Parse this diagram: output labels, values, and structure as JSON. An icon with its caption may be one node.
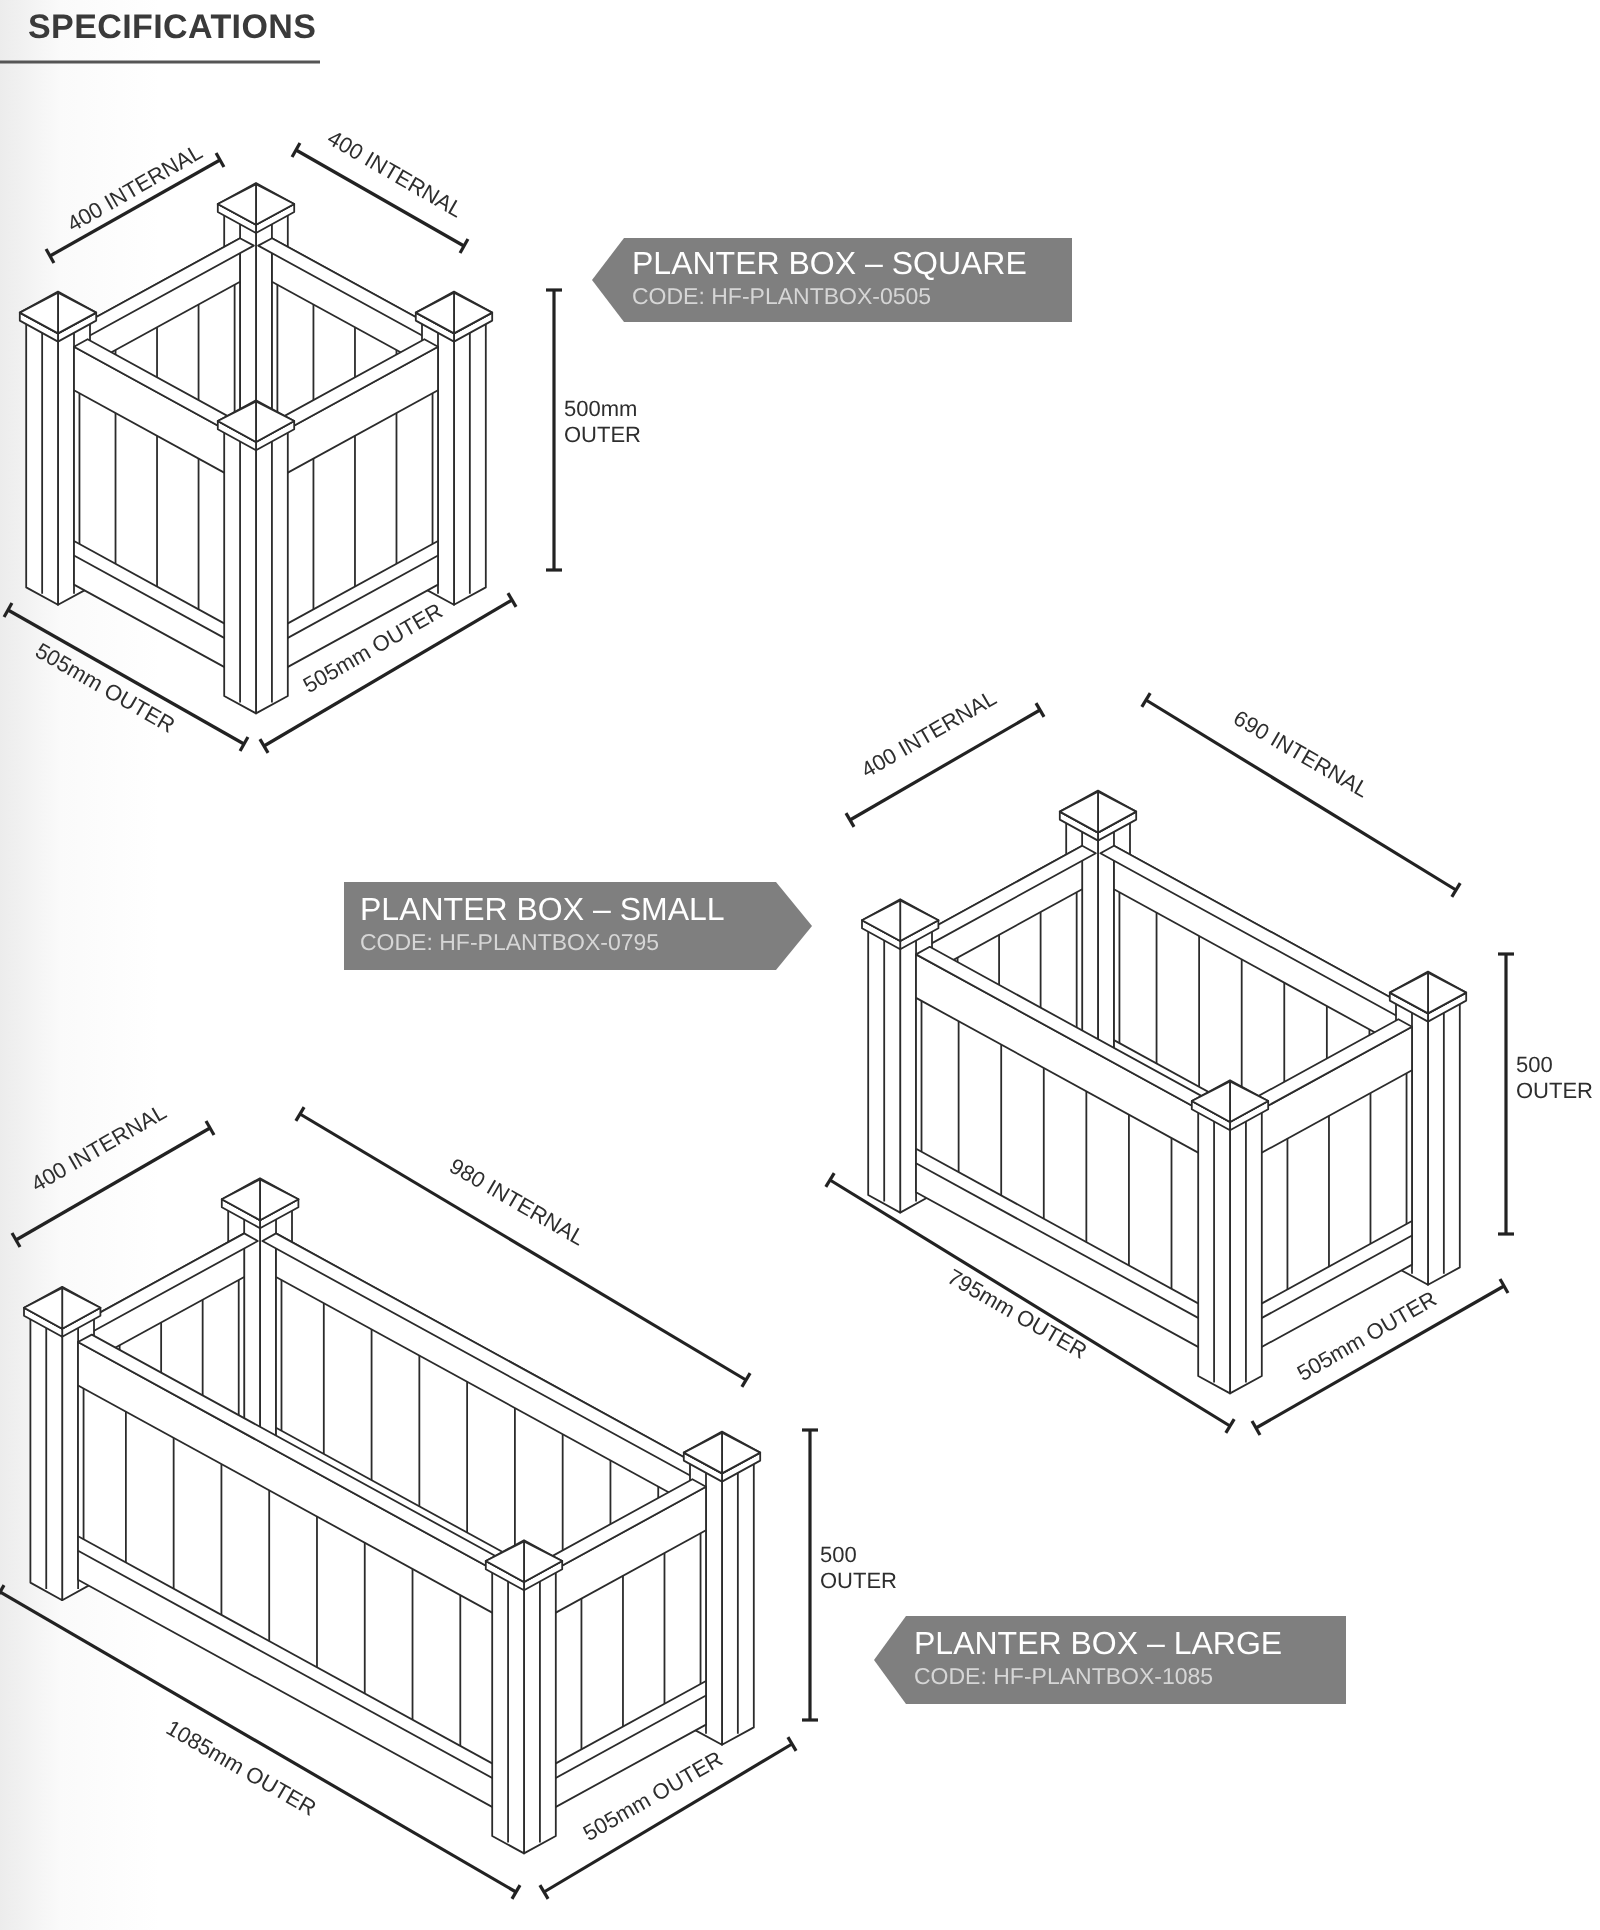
{
  "diagram": {
    "title": "SPECIFICATIONS",
    "nodes": [
      {
        "text": [
          "PLANTER BOX – SQUARE",
          "CODE: HF-PLANTBOX-0505"
        ]
      },
      {
        "text": [
          "PLANTER BOX – SMALL",
          "CODE: HF-PLANTBOX-0795"
        ]
      },
      {
        "text": [
          "PLANTER BOX – LARGE",
          "CODE: HF-PLANTBOX-1085"
        ]
      }
    ],
    "labels": [
      "400 INTERNAL",
      "400 INTERNAL",
      "500mm OUTER",
      "505mm OUTER",
      "505mm OUTER",
      "400 INTERNAL",
      "690 INTERNAL",
      "500 OUTER",
      "795mm OUTER",
      "505mm OUTER",
      "400 INTERNAL",
      "980 INTERNAL",
      "500 OUTER",
      "1085mm OUTER",
      "505mm OUTER"
    ]
  }
}
